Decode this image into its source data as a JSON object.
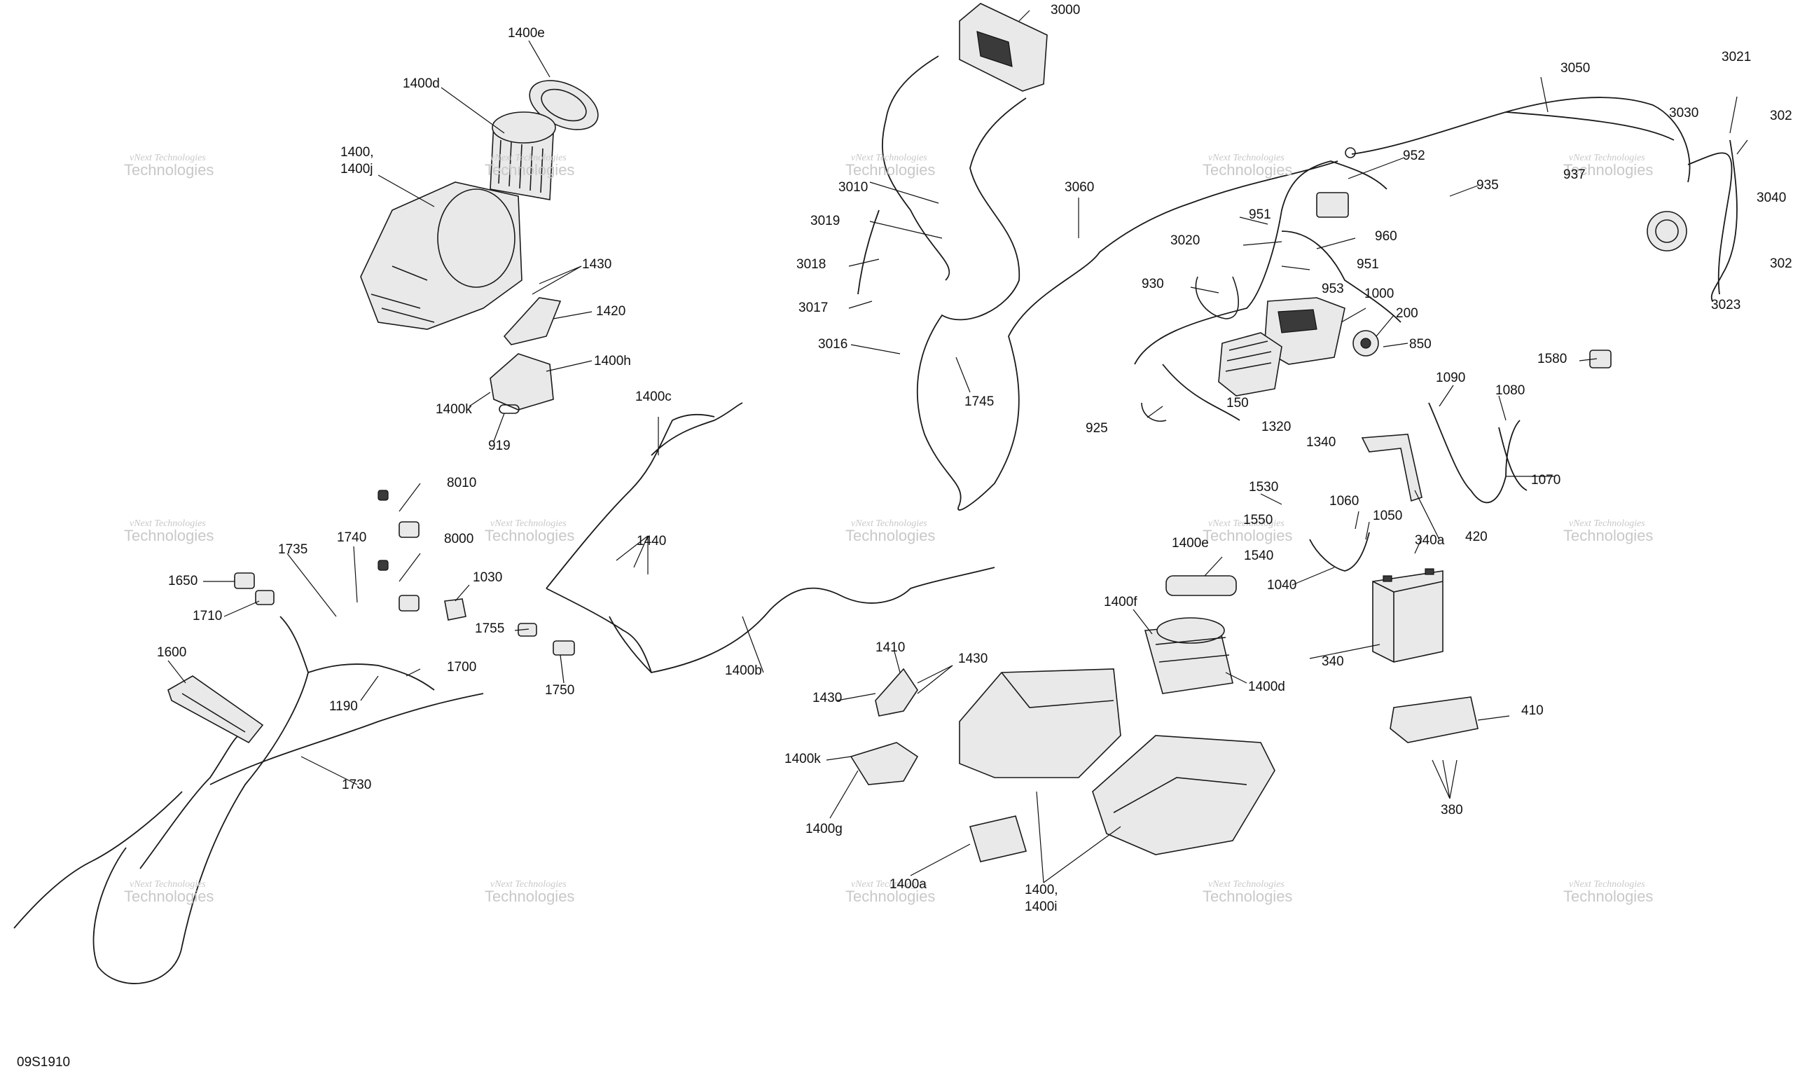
{
  "diagram": {
    "figure_code": "09S1910",
    "watermark": {
      "line1": "vNext Technologies",
      "line2": "Technologies"
    },
    "callouts": [
      "1400e",
      "1400d",
      "1400,",
      "1400j",
      "1430",
      "1420",
      "1400h",
      "1400k",
      "919",
      "3000",
      "3010",
      "3019",
      "3018",
      "3017",
      "3016",
      "1745",
      "3060",
      "3050",
      "3021",
      "3030",
      "302",
      "3040",
      "302",
      "3023",
      "952",
      "937",
      "935",
      "951",
      "960",
      "3020",
      "951",
      "930",
      "953",
      "1000",
      "200",
      "850",
      "1580",
      "150",
      "1320",
      "1340",
      "925",
      "1090",
      "1080",
      "1400c",
      "8010",
      "1740",
      "1735",
      "8000",
      "1030",
      "1440",
      "1650",
      "1710",
      "1755",
      "1750",
      "1600",
      "1700",
      "1190",
      "1730",
      "1400b",
      "1530",
      "1550",
      "1540",
      "1060",
      "1050",
      "1040",
      "340a",
      "420",
      "1070",
      "340",
      "410",
      "380",
      "1400e",
      "1400f",
      "1400d",
      "1410",
      "1430",
      "1430",
      "1400k",
      "1400g",
      "1400a",
      "1400,",
      "1400i"
    ]
  }
}
